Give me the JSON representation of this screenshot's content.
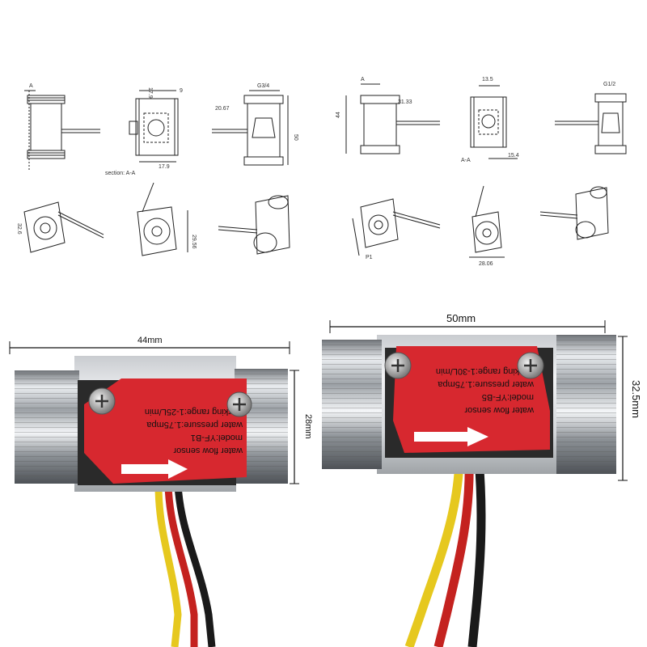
{
  "drawings_yf_b1": {
    "section_label": "A",
    "section_caption": "section: A-A",
    "dim_width": "17.9",
    "dim_small": "9",
    "dim_bottom": "17.9",
    "dim_offset": "20.67",
    "dim_thread": "G3/4",
    "dim_height": "50",
    "dim_iso_a": "32.6",
    "dim_iso_b": "29.56"
  },
  "drawings_yf_b5": {
    "section_label": "A",
    "dim_left_height": "44",
    "dim_offset": "31.33",
    "dim_width": "13.5",
    "dim_thread": "G1/2",
    "section_caption": "A-A",
    "dim_bottom": "15.4",
    "dim_iso_a": "P1",
    "dim_iso_b": "28.06"
  },
  "photo_yf_b1": {
    "dim_length": "44mm",
    "dim_height": "28mm",
    "label_lines": [
      "water flow sensor",
      "model:YF-B1",
      "water pressure:1.75mpa",
      "working range:1-25L/min"
    ],
    "label_color": "#d7282f",
    "wire_colors": [
      "#e6c81e",
      "#c4221f",
      "#1a1a1a"
    ]
  },
  "photo_yf_b5": {
    "dim_length": "50mm",
    "dim_height": "32.5mm",
    "label_lines": [
      "water flow sensor",
      "model:YF-B5",
      "water pressure:1.75mpa",
      "working range:1-30L/min"
    ],
    "label_color": "#d7282f",
    "wire_colors": [
      "#e6c81e",
      "#c4221f",
      "#1a1a1a"
    ]
  }
}
